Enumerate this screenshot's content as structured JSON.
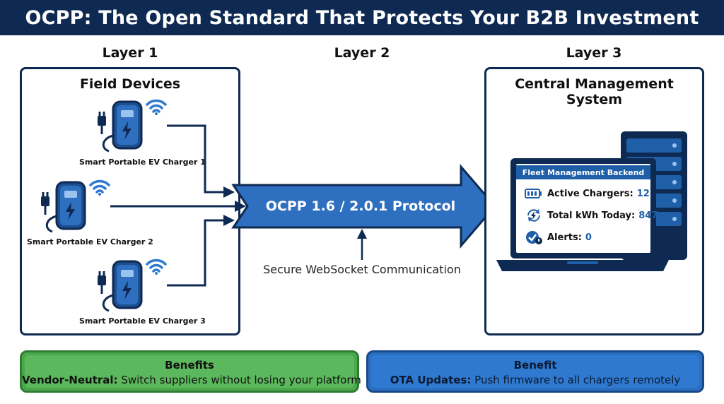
{
  "title": "OCPP: The Open Standard That Protects Your B2B Investment",
  "layers": {
    "layer1": "Layer 1",
    "layer2": "Layer 2",
    "layer3": "Layer 3"
  },
  "field_devices": {
    "title": "Field Devices",
    "chargers": [
      "Smart Portable EV Charger 1",
      "Smart Portable EV Charger 2",
      "Smart Portable EV Charger 3"
    ]
  },
  "protocol": {
    "label": "OCPP 1.6 / 2.0.1 Protocol",
    "transport": "Secure WebSocket Communication"
  },
  "cms": {
    "title": "Central Management System",
    "backend_title": "Fleet Management Backend",
    "stats": [
      {
        "label": "Active Chargers:",
        "value": "12",
        "icon": "battery-icon"
      },
      {
        "label": "Total kWh Today:",
        "value": "847",
        "icon": "refresh-bolt-icon"
      },
      {
        "label": "Alerts:",
        "value": "0",
        "icon": "check-shield-icon"
      }
    ]
  },
  "benefits": {
    "left": {
      "heading": "Benefits",
      "bold": "Vendor-Neutral:",
      "text": " Switch suppliers without losing your platform",
      "color": "#5cb85c"
    },
    "right": {
      "heading": "Benefit",
      "bold": "OTA Updates:",
      "text": " Push firmware to all chargers remotely",
      "color": "#2f7ad0"
    }
  },
  "colors": {
    "navy": "#0f2a52",
    "accent_blue": "#1f5fa8",
    "wifi_blue": "#2f7ad0"
  }
}
